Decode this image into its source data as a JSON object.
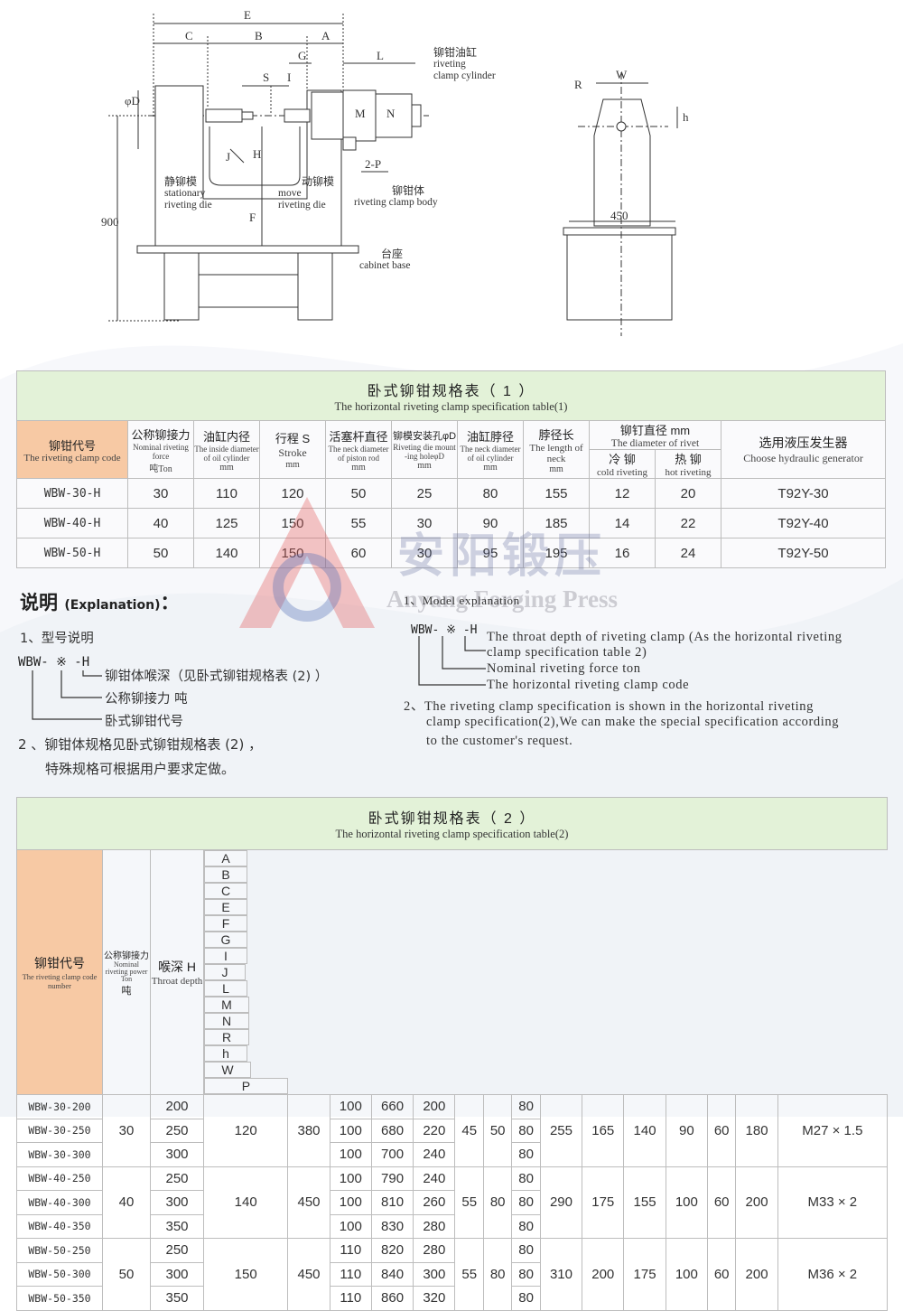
{
  "drawing": {
    "dims": {
      "E": "E",
      "C": "C",
      "B": "B",
      "A": "A",
      "G": "G",
      "L": "L",
      "S": "S",
      "I": "I",
      "phiD": "φD",
      "H": "H",
      "J": "J",
      "F": "F",
      "P": "2-P",
      "M": "M",
      "N": "N",
      "h900": "900",
      "W": "W",
      "R": "R",
      "h": "h",
      "w450": "450"
    },
    "labels": {
      "cylinder_cn": "铆钳油缸",
      "cylinder_en1": "riveting",
      "cylinder_en2": "clamp cylinder",
      "stationary_cn": "静铆模",
      "stationary_en1": "stationary",
      "stationary_en2": "riveting die",
      "move_cn": "动铆模",
      "move_en1": "move",
      "move_en2": "riveting die",
      "body_cn": "铆钳体",
      "body_en": "riveting clamp body",
      "base_cn": "台座",
      "base_en": "cabinet base"
    }
  },
  "table1": {
    "title_cn": "卧式铆钳规格表（ 1 ）",
    "title_en": "The horizontal riveting clamp specification table(1)",
    "headers": {
      "code_cn": "铆钳代号",
      "code_en": "The riveting clamp code",
      "force_cn": "公称铆接力",
      "force_en": "Nominal riveting force",
      "force_unit": "吨Ton",
      "cyl_cn": "油缸内径",
      "cyl_en": "The inside diameter of oil cylinder",
      "cyl_unit": "mm",
      "stroke_cn": "行程 S",
      "stroke_en": "Stroke",
      "stroke_unit": "mm",
      "rod_cn": "活塞杆直径",
      "rod_en": "The neck diameter of piston rod",
      "rod_unit": "mm",
      "hole_cn": "铆模安装孔φD",
      "hole_en": "Riveting die mount -ing holeφD",
      "hole_unit": "mm",
      "neck_cn": "油缸脖径",
      "neck_en": "The neck diameter of oil cylinder",
      "neck_unit": "mm",
      "len_cn": "脖径长",
      "len_en": "The length of neck",
      "len_unit": "mm",
      "rivet_cn": "铆钉直径 mm",
      "rivet_en": "The diameter of rivet",
      "cold_cn": "冷 铆",
      "cold_en": "cold riveting",
      "hot_cn": "热 铆",
      "hot_en": "hot riveting",
      "gen_cn": "选用液压发生器",
      "gen_en": "Choose hydraulic generator"
    },
    "rows": [
      [
        "WBW-30-H",
        "30",
        "110",
        "120",
        "50",
        "25",
        "80",
        "155",
        "12",
        "20",
        "T92Y-30"
      ],
      [
        "WBW-40-H",
        "40",
        "125",
        "150",
        "55",
        "30",
        "90",
        "185",
        "14",
        "22",
        "T92Y-40"
      ],
      [
        "WBW-50-H",
        "50",
        "140",
        "150",
        "60",
        "30",
        "95",
        "195",
        "16",
        "24",
        "T92Y-50"
      ]
    ]
  },
  "watermark": {
    "cn": "安阳锻压",
    "en": "Anyang Forging Press"
  },
  "explanation": {
    "title_cn": "说明",
    "title_en": "(Explanation)",
    "colon": "：",
    "cn_1": "1、型号说明",
    "cn_model": "WBW- ※ -H",
    "cn_line1": "铆钳体喉深（见卧式铆钳规格表 (2) ）",
    "cn_line2": "公称铆接力  吨",
    "cn_line3": "卧式铆钳代号",
    "cn_2a": "2 、铆钳体规格见卧式铆钳规格表 (2) ，",
    "cn_2b": "特殊规格可根据用户要求定做。",
    "en_1": "1、Model explanation",
    "en_model": "WBW- ※ -H",
    "en_line1a": "The throat depth of riveting clamp (As the horizontal riveting",
    "en_line1b": "clamp specification table 2)",
    "en_line2": "Nominal riveting force  ton",
    "en_line3": "The horizontal riveting clamp code",
    "en_2a": "2、The riveting clamp specification is shown in the horizontal riveting",
    "en_2b": "clamp specification(2),We can make the special specification according",
    "en_2c": "to the customer's request."
  },
  "table2": {
    "title_cn": "卧式铆钳规格表（ 2 ）",
    "title_en": "The horizontal riveting clamp specification table(2)",
    "headers": {
      "code_cn": "铆钳代号",
      "code_en": "The riveting clamp code number",
      "force_cn": "公称铆接力",
      "force_en": "Nominal riveting power Ton",
      "force_unit": "吨",
      "throat_cn": "喉深 H",
      "throat_en": "Throat depth",
      "cols": [
        "A",
        "B",
        "C",
        "E",
        "F",
        "G",
        "I",
        "J",
        "L",
        "M",
        "N",
        "R",
        "h",
        "W",
        "P"
      ]
    },
    "groups": [
      {
        "force": "30",
        "A": "120",
        "B": "380",
        "G": "45",
        "I": "50",
        "L": "255",
        "M": "165",
        "N": "140",
        "R": "90",
        "h": "60",
        "W": "180",
        "P": "M27 × 1.5",
        "rows": [
          [
            "WBW-30-200",
            "200",
            "100",
            "660",
            "200",
            "80"
          ],
          [
            "WBW-30-250",
            "250",
            "100",
            "680",
            "220",
            "80"
          ],
          [
            "WBW-30-300",
            "300",
            "100",
            "700",
            "240",
            "80"
          ]
        ]
      },
      {
        "force": "40",
        "A": "140",
        "B": "450",
        "G": "55",
        "I": "80",
        "L": "290",
        "M": "175",
        "N": "155",
        "R": "100",
        "h": "60",
        "W": "200",
        "P": "M33 × 2",
        "rows": [
          [
            "WBW-40-250",
            "250",
            "100",
            "790",
            "240",
            "80"
          ],
          [
            "WBW-40-300",
            "300",
            "100",
            "810",
            "260",
            "80"
          ],
          [
            "WBW-40-350",
            "350",
            "100",
            "830",
            "280",
            "80"
          ]
        ]
      },
      {
        "force": "50",
        "A": "150",
        "B": "450",
        "G": "55",
        "I": "80",
        "L": "310",
        "M": "200",
        "N": "175",
        "R": "100",
        "h": "60",
        "W": "200",
        "P": "M36 × 2",
        "rows": [
          [
            "WBW-50-250",
            "250",
            "110",
            "820",
            "280",
            "80"
          ],
          [
            "WBW-50-300",
            "300",
            "110",
            "840",
            "300",
            "80"
          ],
          [
            "WBW-50-350",
            "350",
            "110",
            "860",
            "320",
            "80"
          ]
        ]
      }
    ]
  }
}
